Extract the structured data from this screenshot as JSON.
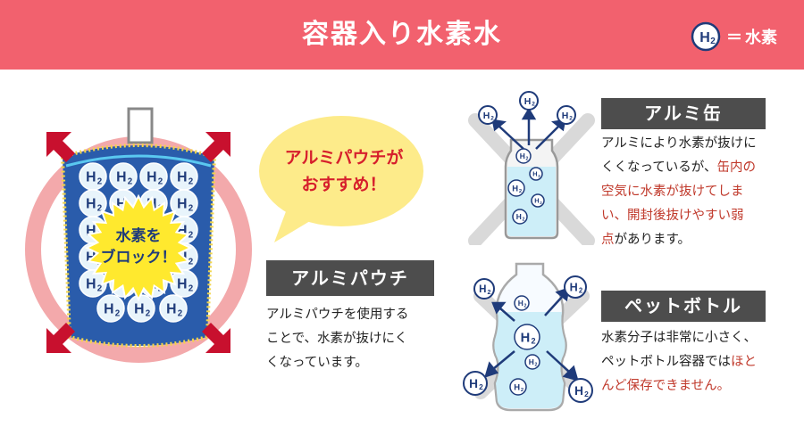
{
  "header": {
    "title": "容器入り水素水",
    "legend_symbol": "H2",
    "legend_eq": "＝",
    "legend_label": "水素"
  },
  "pouch": {
    "block_line1": "水素を",
    "block_line2": "ブロック！",
    "molecule_label": "H2"
  },
  "bubble": {
    "line1": "アルミパウチが",
    "line2": "おすすめ！"
  },
  "aluminum_pouch": {
    "label": "アルミパウチ",
    "desc_line1": "アルミパウチを使用する",
    "desc_line2": "ことで、水素が抜けにく",
    "desc_line3": "くなっています。"
  },
  "aluminum_can": {
    "label": "アルミ缶",
    "desc_line1": "アルミにより水素が抜けに",
    "desc_line2_a": "くくなっているが、",
    "desc_line2_b": "缶内の",
    "desc_line3": "空気に水素が抜けてしま",
    "desc_line4_a": "い、開封後抜けやすい弱",
    "desc_line5_a": "点",
    "desc_line5_b": "があります。"
  },
  "pet_bottle": {
    "label": "ペットボトル",
    "desc_line1": "水素分子は非常に小さく、",
    "desc_line2_a": "ペットボトル容器では",
    "desc_line2_b": "ほと",
    "desc_line3_a": "んど保存できません。"
  },
  "colors": {
    "header": "#f2616e",
    "red_text": "#c0392b",
    "label_bg": "#4d4d4d",
    "pouch_blue": "#2a5cab",
    "bubble_yellow": "#fdeb8a",
    "arrow_red": "#c8102e"
  }
}
